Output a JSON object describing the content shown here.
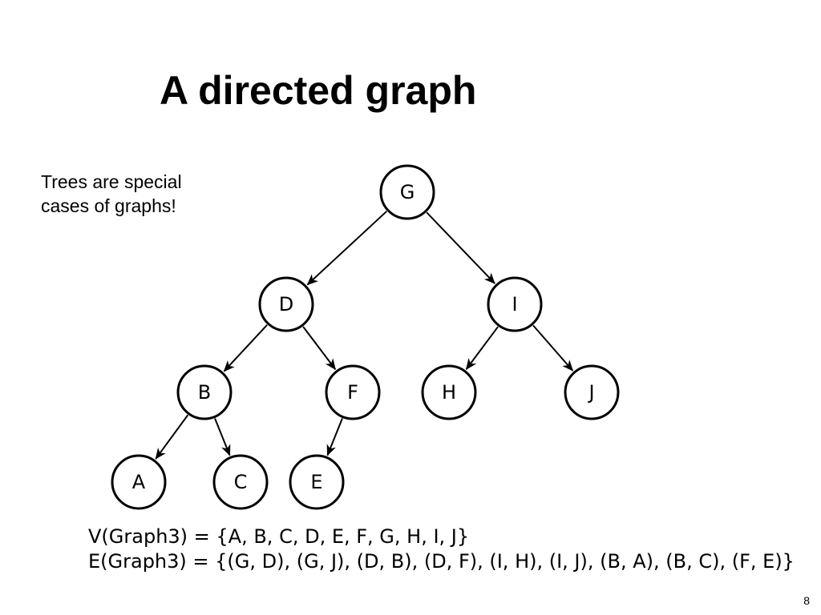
{
  "slide": {
    "title": "A directed graph",
    "note_lines": [
      "Trees are special",
      "cases of graphs!"
    ],
    "vertex_set": "V(Graph3) = {A, B, C, D, E, F, G, H, I, J}",
    "edge_set": "E(Graph3) = {(G, D), (G, J), (D, B), (D, F), (I, H), (I, J), (B, A), (B, C), (F, E)}",
    "page_number": "8"
  },
  "graph": {
    "nodes": [
      "G",
      "D",
      "I",
      "B",
      "F",
      "H",
      "J",
      "A",
      "C",
      "E"
    ],
    "edges": [
      [
        "G",
        "D"
      ],
      [
        "G",
        "I"
      ],
      [
        "D",
        "B"
      ],
      [
        "D",
        "F"
      ],
      [
        "I",
        "H"
      ],
      [
        "I",
        "J"
      ],
      [
        "B",
        "A"
      ],
      [
        "B",
        "C"
      ],
      [
        "F",
        "E"
      ]
    ]
  }
}
